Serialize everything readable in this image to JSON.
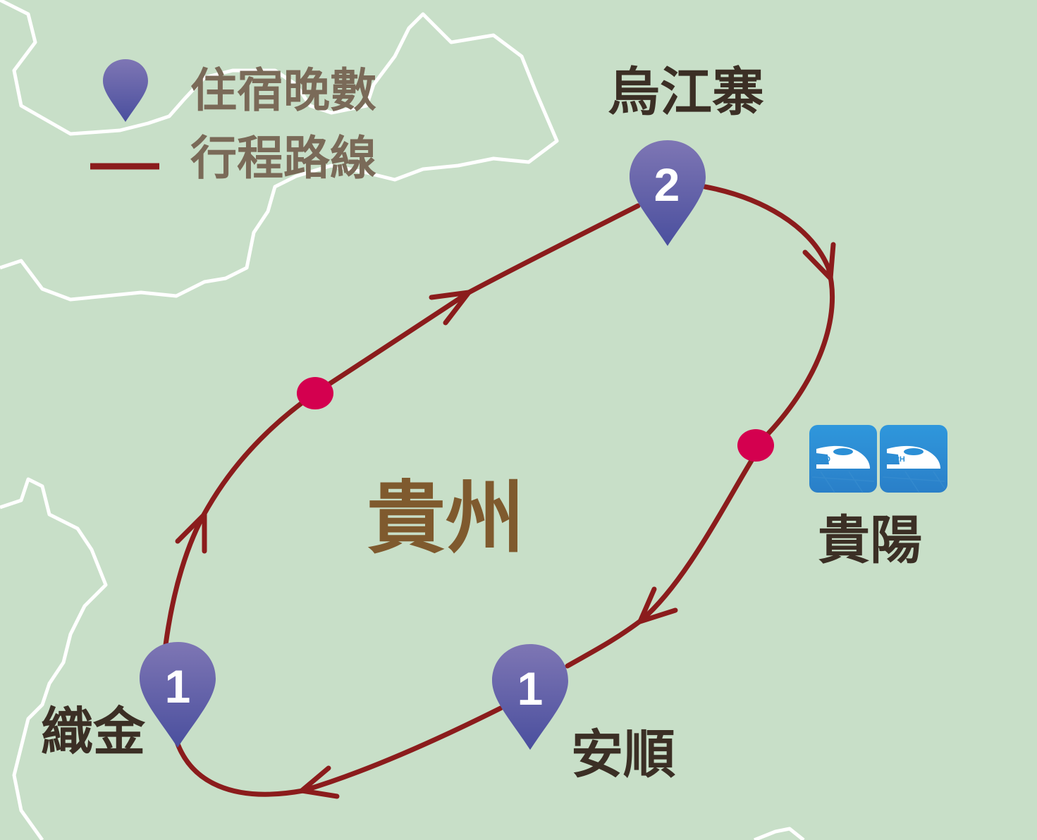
{
  "legend": {
    "items": [
      {
        "icon": "map-pin-icon",
        "label": "住宿晚數"
      },
      {
        "icon": "route-line-icon",
        "label": "行程路線"
      }
    ]
  },
  "region": {
    "label": "貴州"
  },
  "stops": [
    {
      "name": "烏江寨",
      "nights": "2"
    },
    {
      "name": "安順",
      "nights": "1"
    },
    {
      "name": "織金",
      "nights": "1"
    }
  ],
  "station": {
    "name": "貴陽",
    "icons": [
      "high-speed-train-icon",
      "high-speed-train-icon"
    ],
    "train_text": "CRH"
  },
  "colors": {
    "background": "#c8dfc8",
    "route": "#8b1c1c",
    "pin_top": "#7e76b4",
    "pin_bottom": "#4a4f9e",
    "waypoint": "#d4004f",
    "region_label": "#7f5a2e",
    "train_tile": "#2b8fd6"
  }
}
